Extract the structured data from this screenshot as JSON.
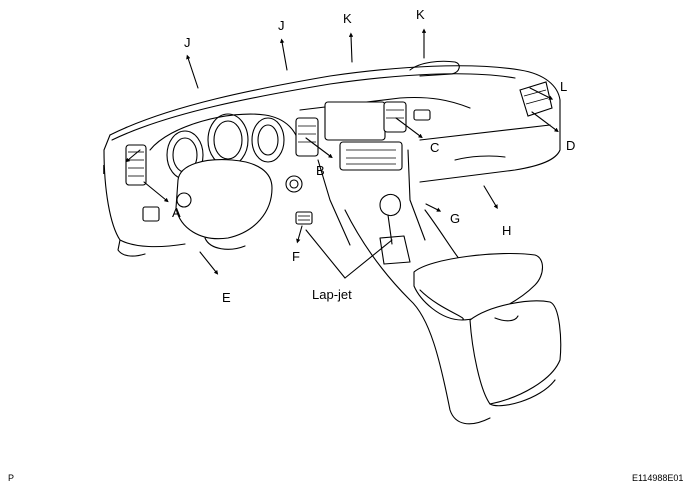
{
  "labels": {
    "a": "A",
    "b": "B",
    "c": "C",
    "d": "D",
    "e": "E",
    "f": "F",
    "g": "G",
    "h": "H",
    "i": "I",
    "j_left": "J",
    "j_right": "J",
    "k_left": "K",
    "k_right": "K",
    "l": "L",
    "lap_jet": "Lap-jet"
  },
  "corner": {
    "left_code": "P",
    "right_code": "E114988E01"
  },
  "colors": {
    "ink": "#000000",
    "paper": "#ffffff"
  }
}
